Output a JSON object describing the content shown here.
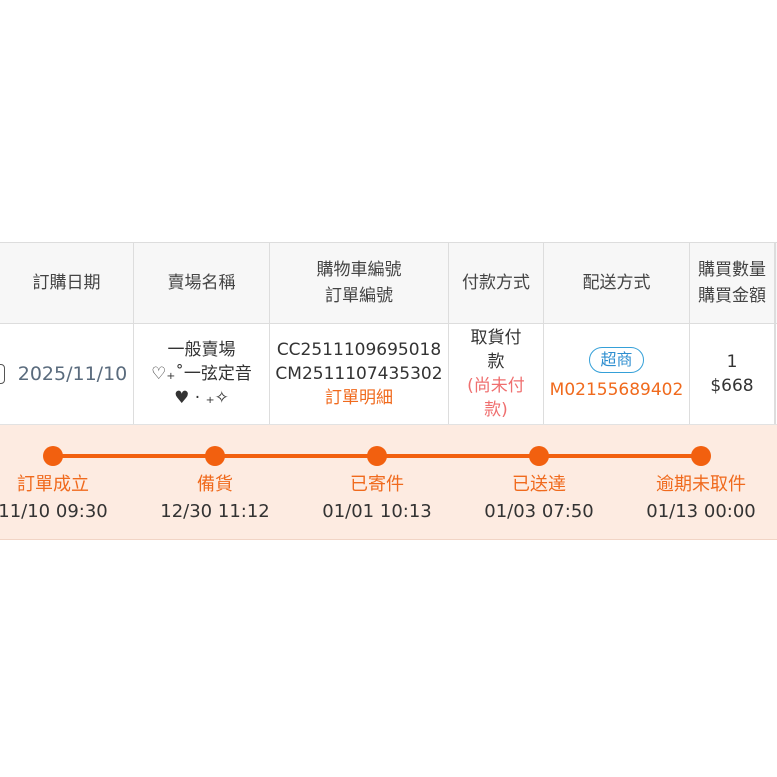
{
  "table": {
    "headers": {
      "order_date": "訂購日期",
      "store_name": "賣場名稱",
      "cart_no": "購物車編號",
      "order_no": "訂單編號",
      "payment": "付款方式",
      "shipping": "配送方式",
      "qty": "購買數量",
      "amount": "購買金額"
    },
    "row": {
      "order_date": "2025/11/10",
      "store_line1": "一般賣場",
      "store_line2": "♡₊˚一弦定音",
      "store_line3": "♥︎ · ₊✧",
      "cart_no": "CC2511109695018",
      "order_no": "CM2511107435302",
      "order_detail_link": "訂單明細",
      "payment_method": "取貨付款",
      "payment_status": "(尚未付款)",
      "shipping_badge": "超商",
      "tracking_no": "M02155689402",
      "qty": "1",
      "amount": "$668"
    }
  },
  "timeline": {
    "steps": [
      {
        "label": "訂單成立",
        "time": "11/10 09:30"
      },
      {
        "label": "備貨",
        "time": "12/30 11:12"
      },
      {
        "label": "已寄件",
        "time": "01/01 10:13"
      },
      {
        "label": "已送達",
        "time": "01/03 07:50"
      },
      {
        "label": "逾期未取件",
        "time": "01/13 00:00"
      }
    ]
  },
  "colors": {
    "accent": "#f2600f",
    "link": "#f06a1d",
    "badge": "#2f8fd0",
    "unpaid": "#ef6f6f",
    "timeline_bg": "#fdebe1"
  }
}
